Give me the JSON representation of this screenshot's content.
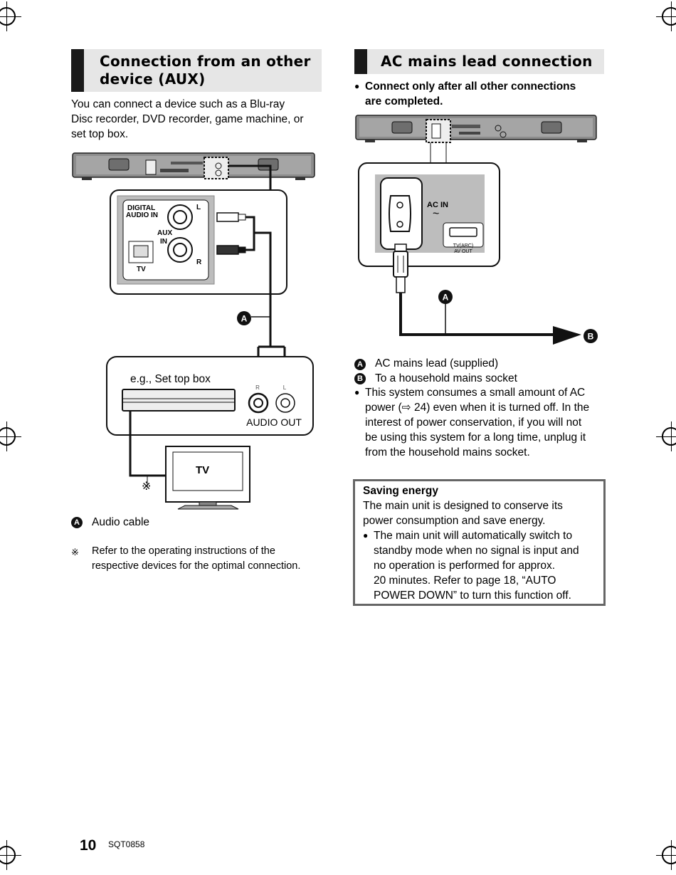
{
  "left": {
    "heading_line1": "Connection from an other",
    "heading_line2": "device (AUX)",
    "intro_line1": "You can connect a device such as a Blu-ray",
    "intro_line2": "Disc recorder, DVD recorder, game machine, or",
    "intro_line3": "set top box.",
    "diagram": {
      "digital_audio_in_1": "DIGITAL",
      "digital_audio_in_2": "AUDIO IN",
      "aux_1": "AUX",
      "aux_2": "IN",
      "label_l": "L",
      "label_r": "R",
      "label_tv_small": "TV",
      "marker_a": "A",
      "set_top_box": "e.g., Set top box",
      "plug_r": "R",
      "plug_l": "L",
      "audio_out": "AUDIO OUT",
      "tv": "TV",
      "note_symbol": "※"
    },
    "legend_a_marker": "A",
    "legend_a_text": "Audio cable",
    "note_symbol": "※",
    "note_line1": "Refer to the operating instructions of the",
    "note_line2": "respective devices for the optimal connection."
  },
  "right": {
    "heading": "AC mains lead connection",
    "bullet": "●",
    "instruction_line1": "Connect only after all other connections",
    "instruction_line2": "are completed.",
    "diagram": {
      "ac_in": "AC IN",
      "ac_symbol": "~",
      "hdmi_1": "TV(ARC)",
      "hdmi_2": "AV OUT",
      "marker_a": "A",
      "marker_b": "B"
    },
    "legend_a_marker": "A",
    "legend_a_text": "AC mains lead (supplied)",
    "legend_b_marker": "B",
    "legend_b_text": "To a household mains socket",
    "power_line1": "This system consumes a small amount of AC",
    "power_line2": "power (⇨ 24) even when it is turned off. In the",
    "power_line3": "interest of power conservation, if you will not",
    "power_line4": "be using this system for a long time, unplug it",
    "power_line5": "from the household mains socket.",
    "saving": {
      "title": "Saving energy",
      "line1": "The main unit is designed to conserve its",
      "line2": "power consumption and save energy.",
      "b_line1": "The main unit will automatically switch to",
      "b_line2": "standby mode when no signal is input and",
      "b_line3": "no operation is performed for approx.",
      "b_line4": "20 minutes. Refer to page 18, “AUTO",
      "b_line5": "POWER DOWN” to turn this function off."
    }
  },
  "footer": {
    "page_number": "10",
    "code": "SQT0858"
  }
}
